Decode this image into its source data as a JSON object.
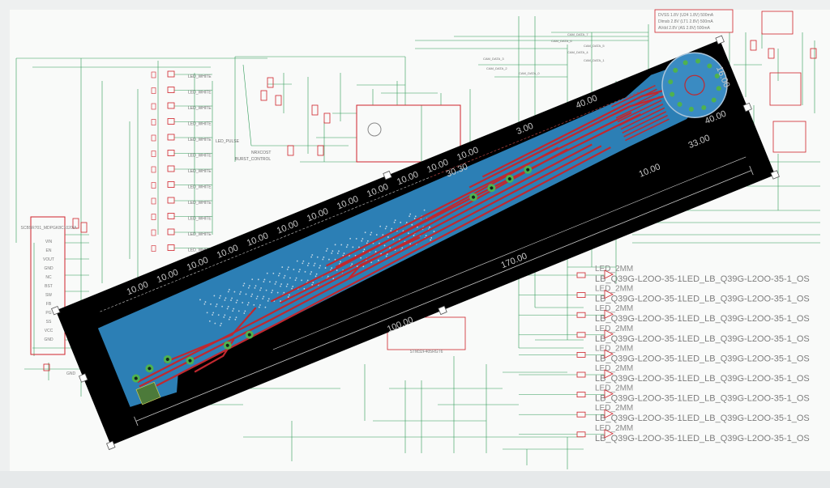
{
  "app": {
    "view": "schematic-with-pcb-overlay"
  },
  "colors": {
    "schematic_wire": "#2f9a57",
    "schematic_part": "#d0222a",
    "schematic_text": "#7a7a7a",
    "board_frame": "#000000",
    "copper_pour": "#2c7fb5",
    "trace": "#c0282f",
    "dimension": "#c8c8c8",
    "pad_green": "#4fb24f"
  },
  "schematic": {
    "net_labels_top": [
      "CAM_DATA_7",
      "CAM_DATA_6",
      "CAM_DATA_5",
      "CAM_DATA_4",
      "CAM_DATA_3",
      "CAM_DATA_2",
      "CAM_DATA_1",
      "CAM_DATA_0"
    ],
    "led_labels_left": [
      "LED_WHITE",
      "LED_WHITE",
      "LED_WHITE",
      "LED_WHITE",
      "LED_WHITE",
      "LED_WHITE",
      "LED_WHITE",
      "LED_WHITE",
      "LED_WHITE",
      "LED_WHITE",
      "LED_WHITE",
      "LED_WHITE"
    ],
    "control_labels": [
      "LED_PULSE",
      "NRXCOST",
      "BURST_CONTROL"
    ],
    "regulator_text": [
      "DVSS 1.8V (U24 1.8V) 500mA",
      "Dlmsb 2.8V (LT1 2.8V) 500mA",
      "AVdd 2.8V (AS 2.8V) 500mA"
    ],
    "left_chip": {
      "name": "SCBSR701_MDPGK8C1020IA",
      "pins": [
        "VIN",
        "EN",
        "VOUT",
        "GND",
        "NC",
        "BST",
        "SW",
        "FB",
        "PG",
        "SS",
        "VCC",
        "GND"
      ]
    },
    "chip_bottom_label": "STM32F405RGT6",
    "gnd_label": "GND",
    "led_part_rows": [
      {
        "top": "LED_2MM",
        "bottom": "LB_Q39G-L2OO-35-1LED_LB_Q39G-L2OO-35-1_OS"
      },
      {
        "top": "LED_2MM",
        "bottom": "LB_Q39G-L2OO-35-1LED_LB_Q39G-L2OO-35-1_OS"
      },
      {
        "top": "LED_2MM",
        "bottom": "LB_Q39G-L2OO-35-1LED_LB_Q39G-L2OO-35-1_OS"
      },
      {
        "top": "LED_2MM",
        "bottom": "LB_Q39G-L2OO-35-1LED_LB_Q39G-L2OO-35-1_OS"
      },
      {
        "top": "LED_2MM",
        "bottom": "LB_Q39G-L2OO-35-1LED_LB_Q39G-L2OO-35-1_OS"
      },
      {
        "top": "LED_2MM",
        "bottom": "LB_Q39G-L2OO-35-1LED_LB_Q39G-L2OO-35-1_OS"
      },
      {
        "top": "LED_2MM",
        "bottom": "LB_Q39G-L2OO-35-1LED_LB_Q39G-L2OO-35-1_OS"
      },
      {
        "top": "LED_2MM",
        "bottom": "LB_Q39G-L2OO-35-1LED_LB_Q39G-L2OO-35-1_OS"
      },
      {
        "top": "LED_2MM",
        "bottom": "LB_Q39G-L2OO-35-1LED_LB_Q39G-L2OO-35-1_OS"
      }
    ]
  },
  "pcb": {
    "dimensions": {
      "long": "100.00",
      "middle": "170.00",
      "right_a": "33.00",
      "right_b": "40.00",
      "right_c": "40.00",
      "mid_a": "30.30",
      "mid_b": "10.00",
      "small": "3.00",
      "side": "16.00",
      "spacing": [
        "10.00",
        "10.00",
        "10.00",
        "10.00",
        "10.00",
        "10.00",
        "10.00",
        "10.00",
        "10.00",
        "10.00",
        "10.00",
        "10.00"
      ]
    }
  }
}
